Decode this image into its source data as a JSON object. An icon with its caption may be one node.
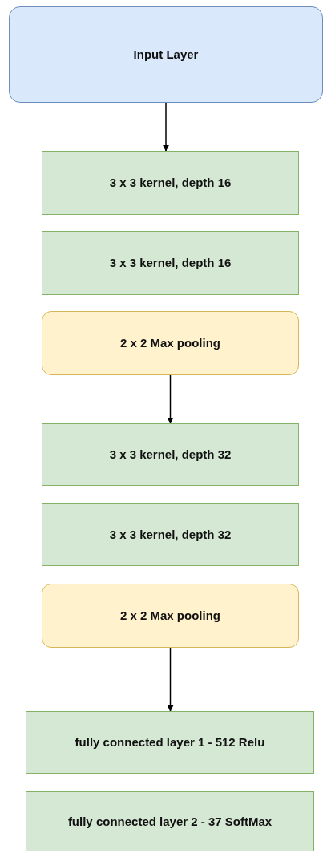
{
  "diagram": {
    "nodes": [
      {
        "text": [
          "Input Layer"
        ]
      },
      {
        "text": [
          "3 x 3 kernel, depth 16"
        ]
      },
      {
        "text": [
          "3 x 3 kernel, depth 16"
        ]
      },
      {
        "text": [
          "2 x 2 Max pooling"
        ]
      },
      {
        "text": [
          "3 x 3 kernel, depth 32"
        ]
      },
      {
        "text": [
          "3 x 3 kernel, depth 32"
        ]
      },
      {
        "text": [
          "2 x 2 Max pooling"
        ]
      },
      {
        "text": [
          "fully connected layer 1 - 512 Relu"
        ]
      },
      {
        "text": [
          "fully connected layer 2 - 37 SoftMax"
        ]
      }
    ],
    "edges": [
      {
        "from": 0,
        "to": 1,
        "arrow": "to"
      },
      {
        "from": 3,
        "to": 4,
        "arrow": "to"
      },
      {
        "from": 6,
        "to": 7,
        "arrow": "to"
      }
    ]
  }
}
